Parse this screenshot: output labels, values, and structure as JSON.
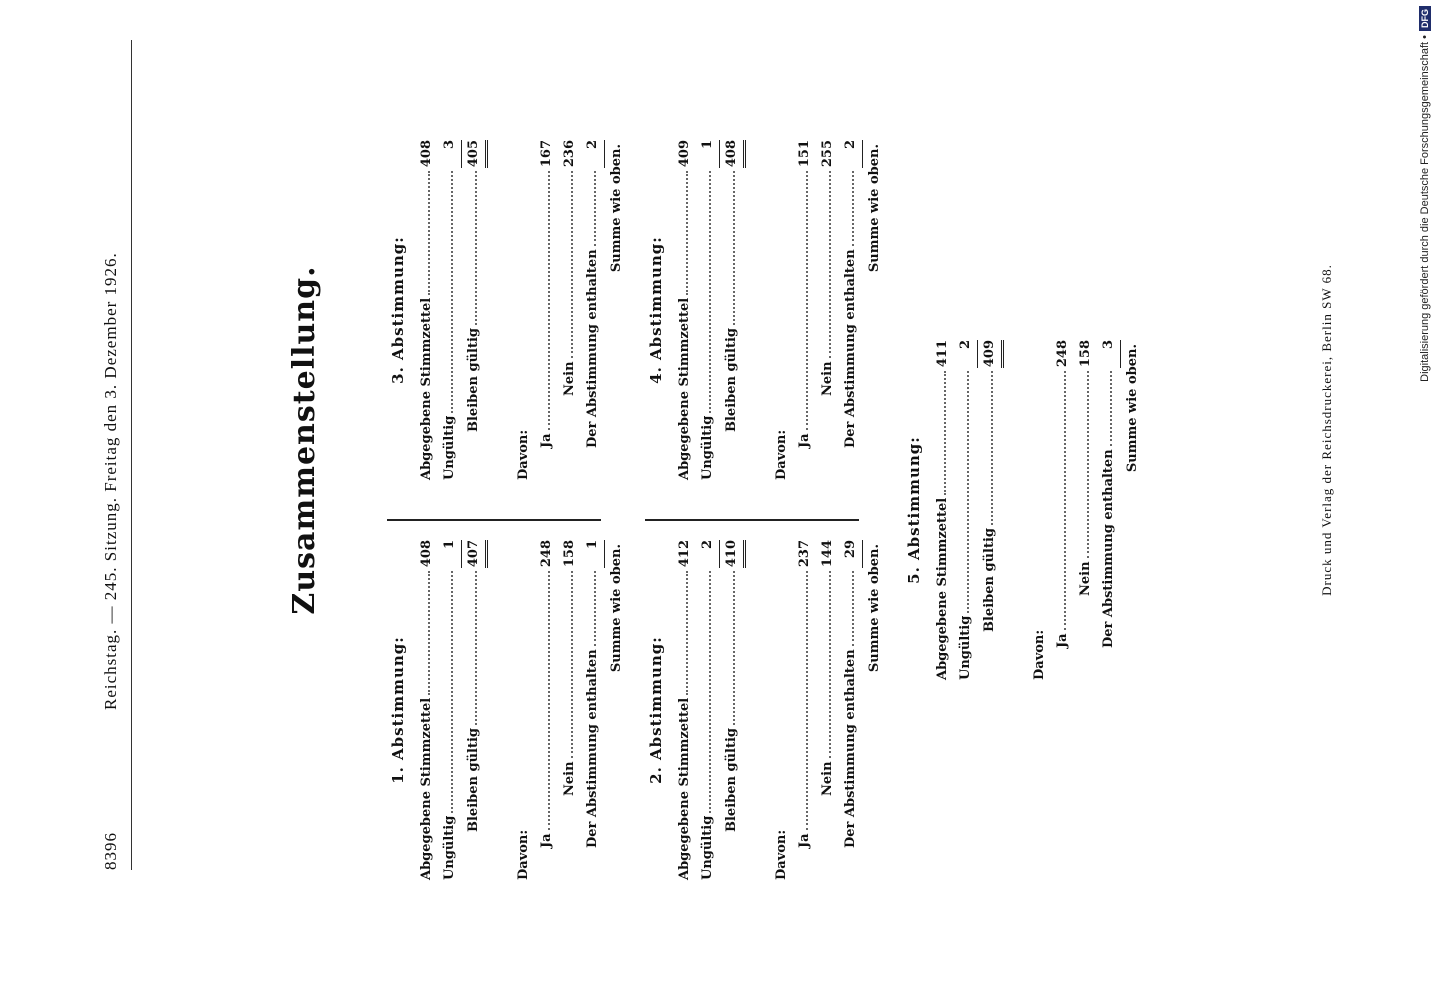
{
  "header": {
    "page_number": "8396",
    "title": "Reichstag. — 245. Sitzung. Freitag den 3. Dezember 1926."
  },
  "main_title": "Zusammenstellung.",
  "sections": [
    {
      "heading": "1. Abstimmung:",
      "abgegeben_label": "Abgegebene Stimmzettel",
      "abgegeben": "408",
      "ungueltig_label": "Ungültig",
      "ungueltig": "1",
      "gueltig_label": "Bleiben gültig",
      "gueltig": "407",
      "davon_label": "Davon:",
      "ja_label": "Ja",
      "ja": "248",
      "nein_label": "Nein",
      "nein": "158",
      "enthalten_label": "Der Abstimmung enthalten",
      "enthalten": "1",
      "summe": "Summe wie oben."
    },
    {
      "heading": "3. Abstimmung:",
      "abgegeben_label": "Abgegebene Stimmzettel",
      "abgegeben": "408",
      "ungueltig_label": "Ungültig",
      "ungueltig": "3",
      "gueltig_label": "Bleiben gültig",
      "gueltig": "405",
      "davon_label": "Davon:",
      "ja_label": "Ja",
      "ja": "167",
      "nein_label": "Nein",
      "nein": "236",
      "enthalten_label": "Der Abstimmung enthalten",
      "enthalten": "2",
      "summe": "Summe wie oben."
    },
    {
      "heading": "2. Abstimmung:",
      "abgegeben_label": "Abgegebene Stimmzettel",
      "abgegeben": "412",
      "ungueltig_label": "Ungültig",
      "ungueltig": "2",
      "gueltig_label": "Bleiben gültig",
      "gueltig": "410",
      "davon_label": "Davon:",
      "ja_label": "Ja",
      "ja": "237",
      "nein_label": "Nein",
      "nein": "144",
      "enthalten_label": "Der Abstimmung enthalten",
      "enthalten": "29",
      "summe": "Summe wie oben."
    },
    {
      "heading": "4. Abstimmung:",
      "abgegeben_label": "Abgegebene Stimmzettel",
      "abgegeben": "409",
      "ungueltig_label": "Ungültig",
      "ungueltig": "1",
      "gueltig_label": "Bleiben gültig",
      "gueltig": "408",
      "davon_label": "Davon:",
      "ja_label": "Ja",
      "ja": "151",
      "nein_label": "Nein",
      "nein": "255",
      "enthalten_label": "Der Abstimmung enthalten",
      "enthalten": "2",
      "summe": "Summe wie oben."
    },
    {
      "heading": "5. Abstimmung:",
      "abgegeben_label": "Abgegebene Stimmzettel",
      "abgegeben": "411",
      "ungueltig_label": "Ungültig",
      "ungueltig": "2",
      "gueltig_label": "Bleiben gültig",
      "gueltig": "409",
      "davon_label": "Davon:",
      "ja_label": "Ja",
      "ja": "248",
      "nein_label": "Nein",
      "nein": "158",
      "enthalten_label": "Der Abstimmung enthalten",
      "enthalten": "3",
      "summe": "Summe wie oben."
    }
  ],
  "footer": "Druck und Verlag der Reichsdruckerei, Berlin SW 68.",
  "watermark": {
    "text": "Digitalisierung gefördert durch die Deutsche Forschungsgemeinschaft •",
    "badge": "DFG"
  }
}
